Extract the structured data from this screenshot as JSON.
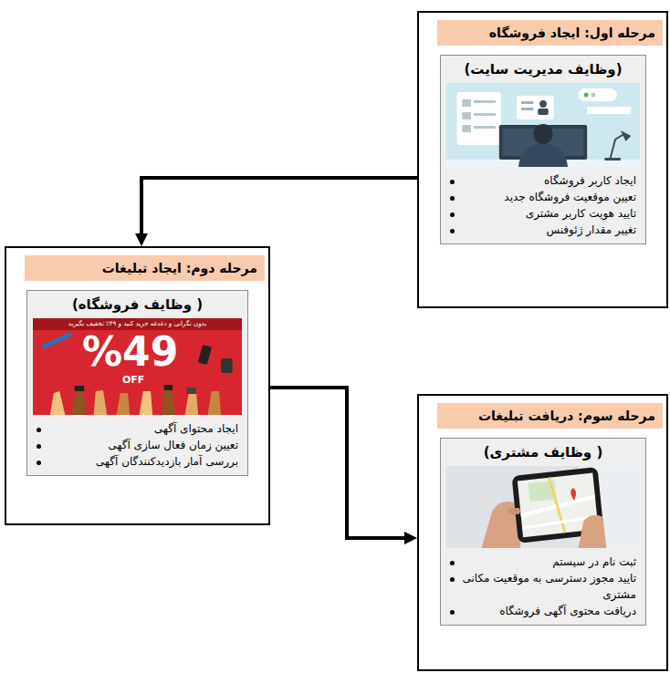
{
  "diagram": {
    "nodes": [
      {
        "text": [
          "مرحله اول: ایجاد فروشگاه"
        ]
      },
      {
        "text": [
          "(وظایف مدیریت سایت)",
          "ایجاد کاربر فروشگاه",
          "تعیین موقعیت فروشگاه جدید",
          "تایید هویت کاربر مشتری",
          "تغییر مقدار ژئوفنس"
        ],
        "in": 0
      },
      {
        "text": [
          "مرحله دوم: ایجاد تبلیغات"
        ]
      },
      {
        "text": [
          "( وظایف فروشگاه)",
          "ایجاد محتوای آگهی",
          "تعیین زمان فعال سازی آگهی",
          "بررسی آمار بازدیدکنندگان آگهی"
        ],
        "in": 2
      },
      {
        "text": [
          "مرحله سوم: دریافت تبلیغات"
        ]
      },
      {
        "text": [
          "( وظایف مشتری)",
          "ثبت نام در سیستم",
          "تایید مجوز دسترسی به موقعیت مکانی مشتری",
          "دریافت محتوی آگهی فروشگاه"
        ],
        "in": 4
      }
    ],
    "edges": [
      {
        "from": 0,
        "to": 2,
        "arrow": "to"
      },
      {
        "from": 2,
        "to": 4,
        "arrow": "to"
      }
    ],
    "labels": [
      "بدون نگرانی و دغدغه خرید کنید و ۴۹٪ تخفیف بگیرید",
      "%49",
      "OFF"
    ]
  }
}
